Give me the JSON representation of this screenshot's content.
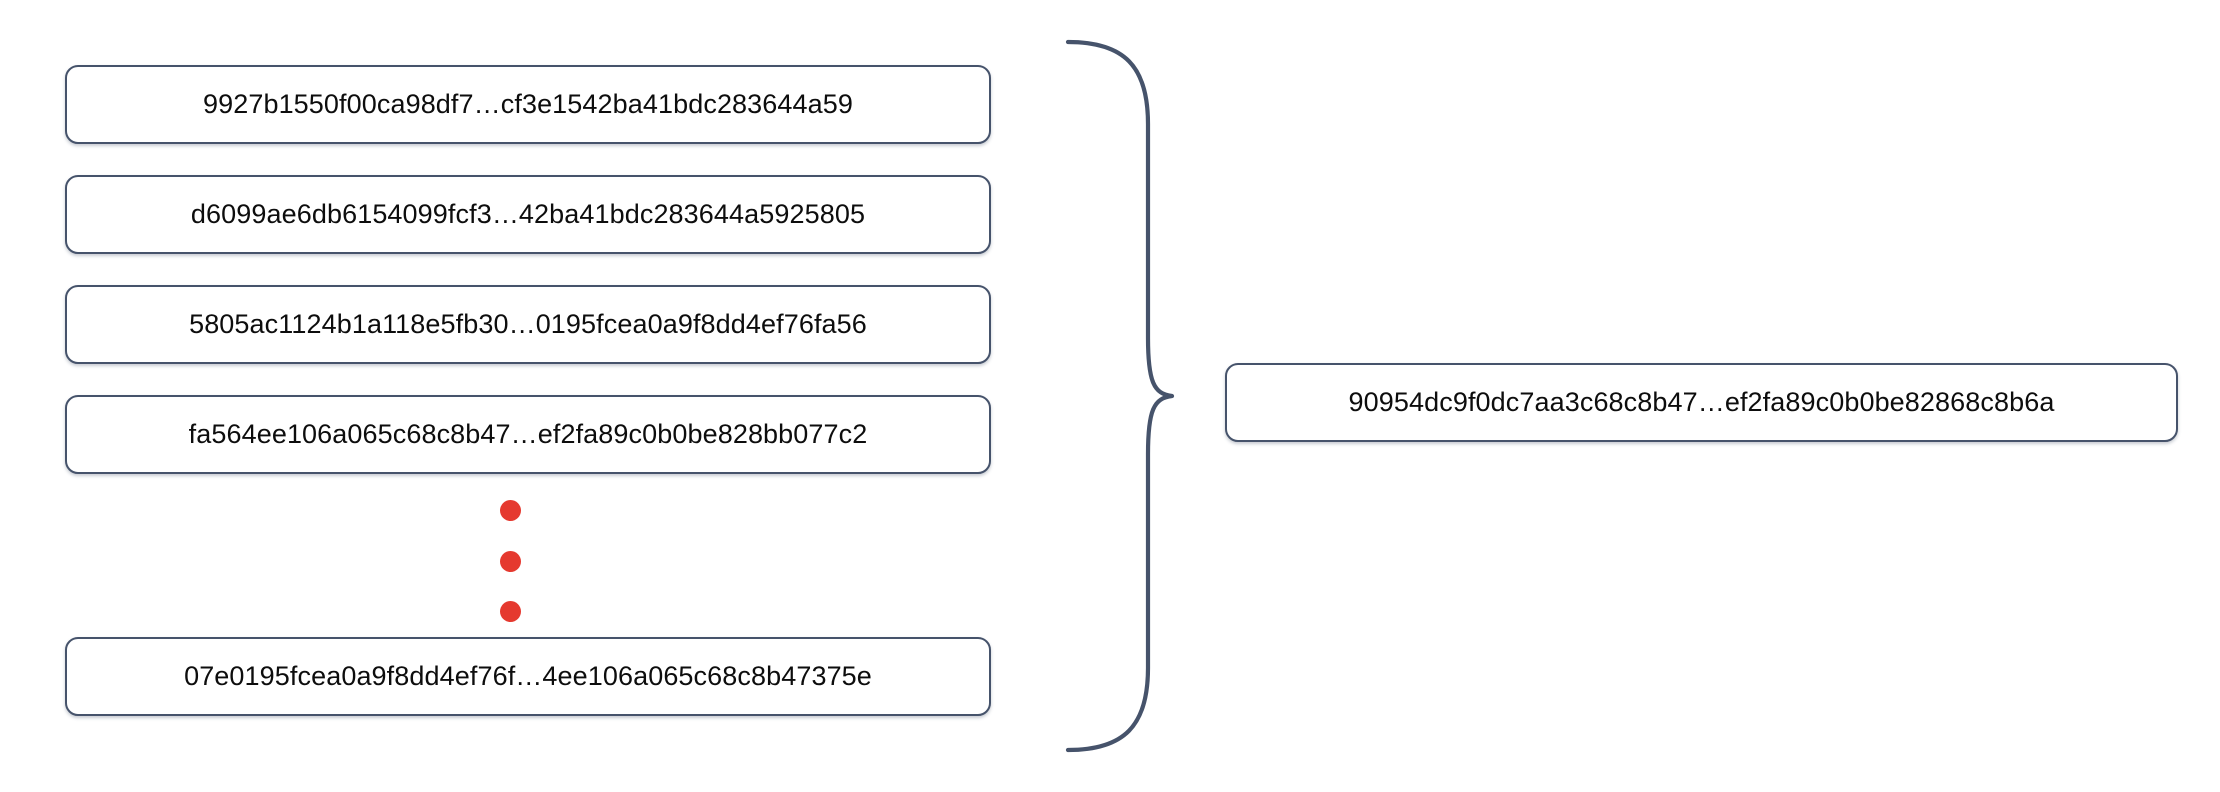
{
  "diagram": {
    "type": "merkle-hash-aggregation",
    "accent_border_color": "#46536b",
    "dot_color": "#e5392f",
    "text_color": "#0d0d0d",
    "background_color": "#ffffff",
    "inputs": {
      "items": [
        {
          "label": "9927b1550f00ca98df7…cf3e1542ba41bdc283644a59"
        },
        {
          "label": "d6099ae6db6154099fcf3…42ba41bdc283644a5925805"
        },
        {
          "label": "5805ac1124b1a118e5fb30…0195fcea0a9f8dd4ef76fa56"
        },
        {
          "label": "fa564ee106a065c68c8b47…ef2fa89c0b0be828bb077c2"
        },
        {
          "label": "07e0195fcea0a9f8dd4ef76f…4ee106a065c68c8b47375e"
        }
      ],
      "ellipsis": {
        "name": "vertical-ellipsis",
        "dot_count": 3
      }
    },
    "connector": {
      "name": "left-curly-brace",
      "glyph": "}",
      "orientation": "points-right",
      "color": "#46536b"
    },
    "output": {
      "label": "90954dc9f0dc7aa3c68c8b47…ef2fa89c0b0be82868c8b6a"
    }
  }
}
